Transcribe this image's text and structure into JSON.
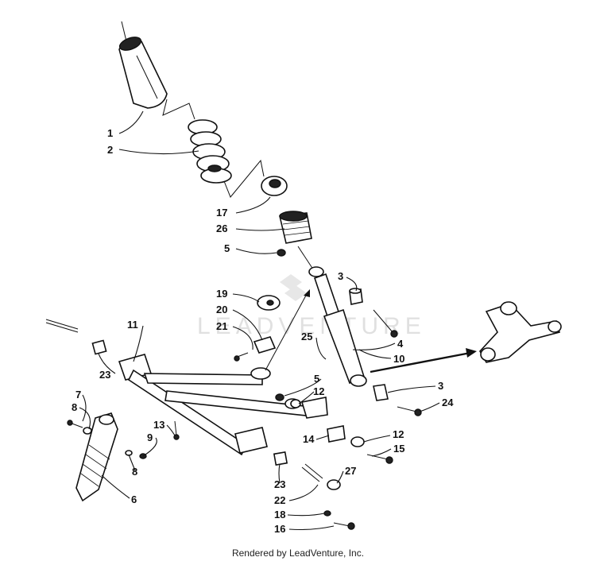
{
  "watermark": "LEADVENTURE",
  "footer": "Rendered by LeadVenture, Inc.",
  "callouts": [
    {
      "id": "c1",
      "label": "1"
    },
    {
      "id": "c2",
      "label": "2"
    },
    {
      "id": "c17",
      "label": "17"
    },
    {
      "id": "c26",
      "label": "26"
    },
    {
      "id": "c5a",
      "label": "5"
    },
    {
      "id": "c3a",
      "label": "3"
    },
    {
      "id": "c19",
      "label": "19"
    },
    {
      "id": "c20",
      "label": "20"
    },
    {
      "id": "c21",
      "label": "21"
    },
    {
      "id": "c11",
      "label": "11"
    },
    {
      "id": "c25",
      "label": "25"
    },
    {
      "id": "c4",
      "label": "4"
    },
    {
      "id": "c10",
      "label": "10"
    },
    {
      "id": "c23a",
      "label": "23"
    },
    {
      "id": "c7",
      "label": "7"
    },
    {
      "id": "c8a",
      "label": "8"
    },
    {
      "id": "c5b",
      "label": "5"
    },
    {
      "id": "c12a",
      "label": "12"
    },
    {
      "id": "c3b",
      "label": "3"
    },
    {
      "id": "c24",
      "label": "24"
    },
    {
      "id": "c13",
      "label": "13"
    },
    {
      "id": "c9",
      "label": "9"
    },
    {
      "id": "c8b",
      "label": "8"
    },
    {
      "id": "c14",
      "label": "14"
    },
    {
      "id": "c12b",
      "label": "12"
    },
    {
      "id": "c15",
      "label": "15"
    },
    {
      "id": "c6",
      "label": "6"
    },
    {
      "id": "c23b",
      "label": "23"
    },
    {
      "id": "c27",
      "label": "27"
    },
    {
      "id": "c22",
      "label": "22"
    },
    {
      "id": "c18",
      "label": "18"
    },
    {
      "id": "c16",
      "label": "16"
    }
  ]
}
